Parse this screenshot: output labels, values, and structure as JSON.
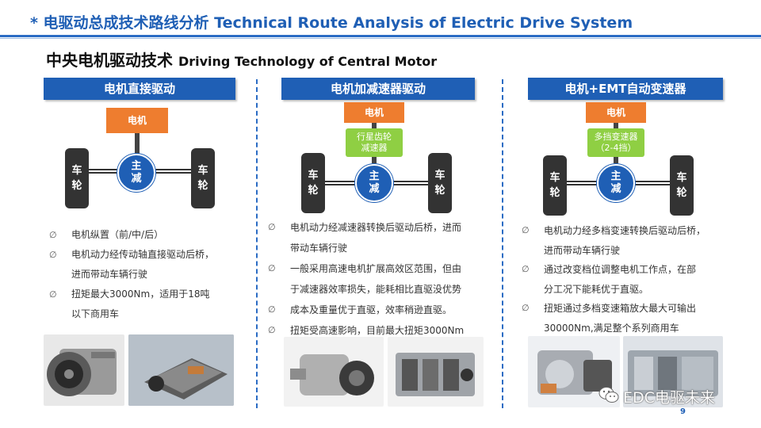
{
  "header": {
    "title": "*  电驱动总成技术路线分析  Technical Route Analysis of Electric Drive System"
  },
  "subtitle": {
    "cn": "中央电机驱动技术 ",
    "en": "Driving Technology of Central Motor"
  },
  "columns": [
    {
      "heading": "电机直接驱动",
      "diagram": {
        "motor": "电机",
        "wheel_top": "车",
        "wheel_bottom": "轮",
        "diff_top": "主",
        "diff_bottom": "减"
      },
      "bullet_mark": "∅",
      "bullets": [
        [
          "电机纵置（前/中/后）"
        ],
        [
          "电机动力经传动轴直接驱动后桥，",
          "进而带动车辆行驶"
        ],
        [
          "扭矩最大3000Nm，适用于18吨",
          "以下商用车"
        ]
      ],
      "photos": [
        "motor-photo-1",
        "motor-photo-2"
      ]
    },
    {
      "heading": "电机加减速器驱动",
      "diagram": {
        "motor": "电机",
        "reducer_line1": "行星齿轮",
        "reducer_line2": "减速器",
        "wheel_top": "车",
        "wheel_bottom": "轮",
        "diff_top": "主",
        "diff_bottom": "减"
      },
      "bullet_mark": "∅",
      "bullets": [
        [
          "电机动力经减速器转换后驱动后桥，进而",
          "带动车辆行驶"
        ],
        [
          "一般采用高速电机扩展高效区范围，但由",
          "于减速器效率损失，能耗相比直驱没优势"
        ],
        [
          "成本及重量优于直驱，效率稍逊直驱。"
        ],
        [
          "扭矩受高速影响，目前最大扭矩3000Nm"
        ]
      ],
      "photos": [
        "reducer-photo-1",
        "reducer-photo-2"
      ]
    },
    {
      "heading": "电机+EMT自动变速器",
      "diagram": {
        "motor": "电机",
        "reducer_line1": "多挡变速器",
        "reducer_line2": "（2-4挡）",
        "wheel_top": "车",
        "wheel_bottom": "轮",
        "diff_top": "主",
        "diff_bottom": "减"
      },
      "bullet_mark": "∅",
      "bullets": [
        [
          "电机动力经多档变速转换后驱动后桥，",
          "进而带动车辆行驶"
        ],
        [
          "通过改变档位调整电机工作点，在部",
          "分工况下能耗优于直驱。"
        ],
        [
          "扭矩通过多档变速箱放大最大可输出",
          "30000Nm,满足整个系列商用车"
        ]
      ],
      "photos": [
        "emt-photo-1",
        "emt-photo-2"
      ]
    }
  ],
  "watermark": "EDC电驱未来",
  "page_number": "9",
  "colors": {
    "accent": "#1f5fb5",
    "motor": "#ee7d2f",
    "reducer": "#8fcf43",
    "wheel": "#333333"
  }
}
